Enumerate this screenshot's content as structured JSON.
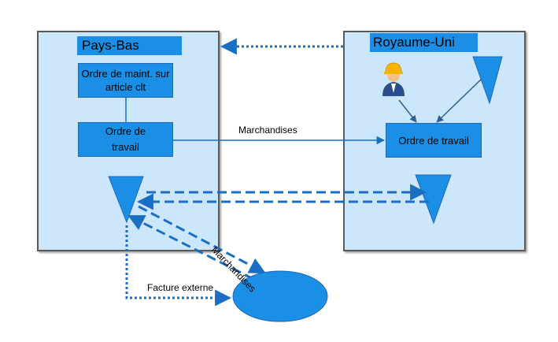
{
  "regions": {
    "left": {
      "title": "Pays-Bas"
    },
    "right": {
      "title": "Royaume-Uni"
    }
  },
  "boxes": {
    "maintenance_order": "Ordre de maint. sur article clt",
    "work_order_left": "Ordre de travail",
    "work_order_right": "Ordre de travail"
  },
  "labels": {
    "goods_horizontal": "Marchandises",
    "goods_diagonal": "Marchandises",
    "external_invoice": "Facture externe"
  },
  "icons": {
    "worker": "worker-icon"
  },
  "colors": {
    "region_fill": "#cce6fb",
    "box_fill": "#1b8fe6",
    "arrow": "#1a6fc4"
  }
}
